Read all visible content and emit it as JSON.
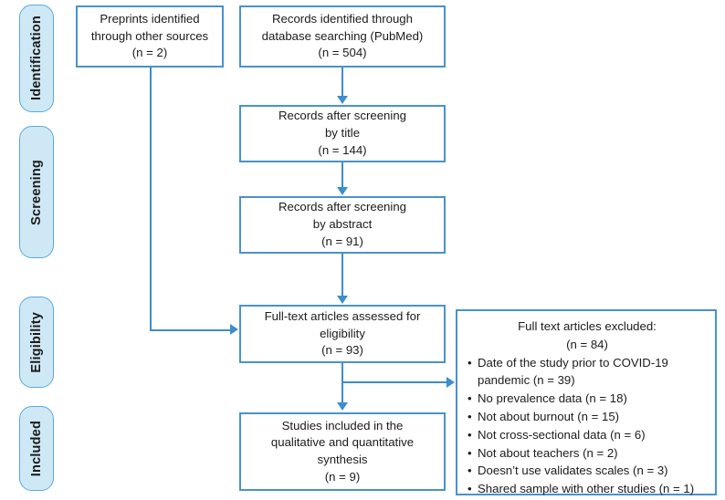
{
  "diagram": {
    "title": "PRISMA flow diagram",
    "colors": {
      "box_border": "#4a92cd",
      "stage_fill": "#cfe8f6",
      "stage_border": "#5aa9dd",
      "connector": "#3d8ecb",
      "text": "#1b1b1b",
      "background": "#ffffff"
    }
  },
  "stages": [
    {
      "id": "identification",
      "label": "Identification"
    },
    {
      "id": "screening",
      "label": "Screening"
    },
    {
      "id": "eligibility",
      "label": "Eligibility"
    },
    {
      "id": "included",
      "label": "Included"
    }
  ],
  "boxes": {
    "preprints": {
      "line1": "Preprints identified",
      "line2": "through other sources",
      "line3": "(n = 2)"
    },
    "records_identified": {
      "line1": "Records identified through",
      "line2": "database searching (PubMed)",
      "line3": "(n = 504)"
    },
    "screened_title": {
      "line1": "Records after screening",
      "line2": "by title",
      "line3": "(n = 144)"
    },
    "screened_abstract": {
      "line1": "Records after screening",
      "line2": "by abstract",
      "line3": "(n = 91)"
    },
    "full_text_assessed": {
      "line1": "Full-text articles assessed for",
      "line2": "eligibility",
      "line3": "(n = 93)"
    },
    "studies_included": {
      "line1": "Studies included in the",
      "line2": "qualitative and quantitative",
      "line3": "synthesis",
      "line4": "(n = 9)"
    }
  },
  "excluded": {
    "heading_line1": "Full text articles excluded:",
    "heading_line2": "(n = 84)",
    "reasons": [
      "Date of the study prior to COVID-19 pandemic (n = 39)",
      "No prevalence data (n = 18)",
      "Not about burnout (n = 15)",
      "Not cross-sectional data (n = 6)",
      "Not about teachers (n = 2)",
      "Doesn’t use validates scales (n = 3)",
      "Shared sample with other studies (n = 1)"
    ]
  }
}
